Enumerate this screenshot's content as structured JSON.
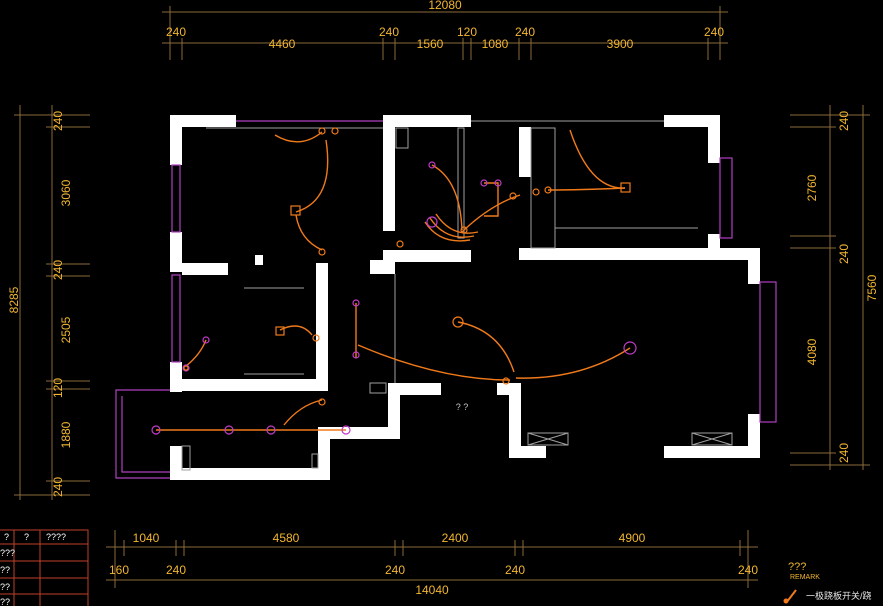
{
  "dimensions": {
    "top_total": "12080",
    "top_segments": [
      "240",
      "4460",
      "240",
      "1560",
      "120",
      "1080",
      "240",
      "3900",
      "240"
    ],
    "left_total": "8285",
    "left_segments": [
      "240",
      "3060",
      "240",
      "2505",
      "120",
      "1880",
      "240"
    ],
    "right_total": "7560",
    "right_segments": [
      "240",
      "2760",
      "240",
      "4080",
      "240"
    ],
    "bottom_total": "14040",
    "bottom_upper": [
      "1040",
      "4580",
      "2400",
      "4900"
    ],
    "bottom_lower": [
      "160",
      "240",
      "240",
      "240",
      "240"
    ]
  },
  "plan_marks": {
    "unknown_label": "? ?"
  },
  "table": {
    "header": [
      "?",
      "?",
      "????"
    ],
    "rows": [
      "???",
      "??",
      "??",
      "??"
    ]
  },
  "legend": {
    "title": "???",
    "subtitle": "REMARK",
    "item_text": "一极跷板开关/跷"
  },
  "colors": {
    "dimension": "#f2b630",
    "wall": "#ffffff",
    "wiring": "#f07a1a",
    "window": "#b040c0",
    "table_border": "#c0402a"
  }
}
